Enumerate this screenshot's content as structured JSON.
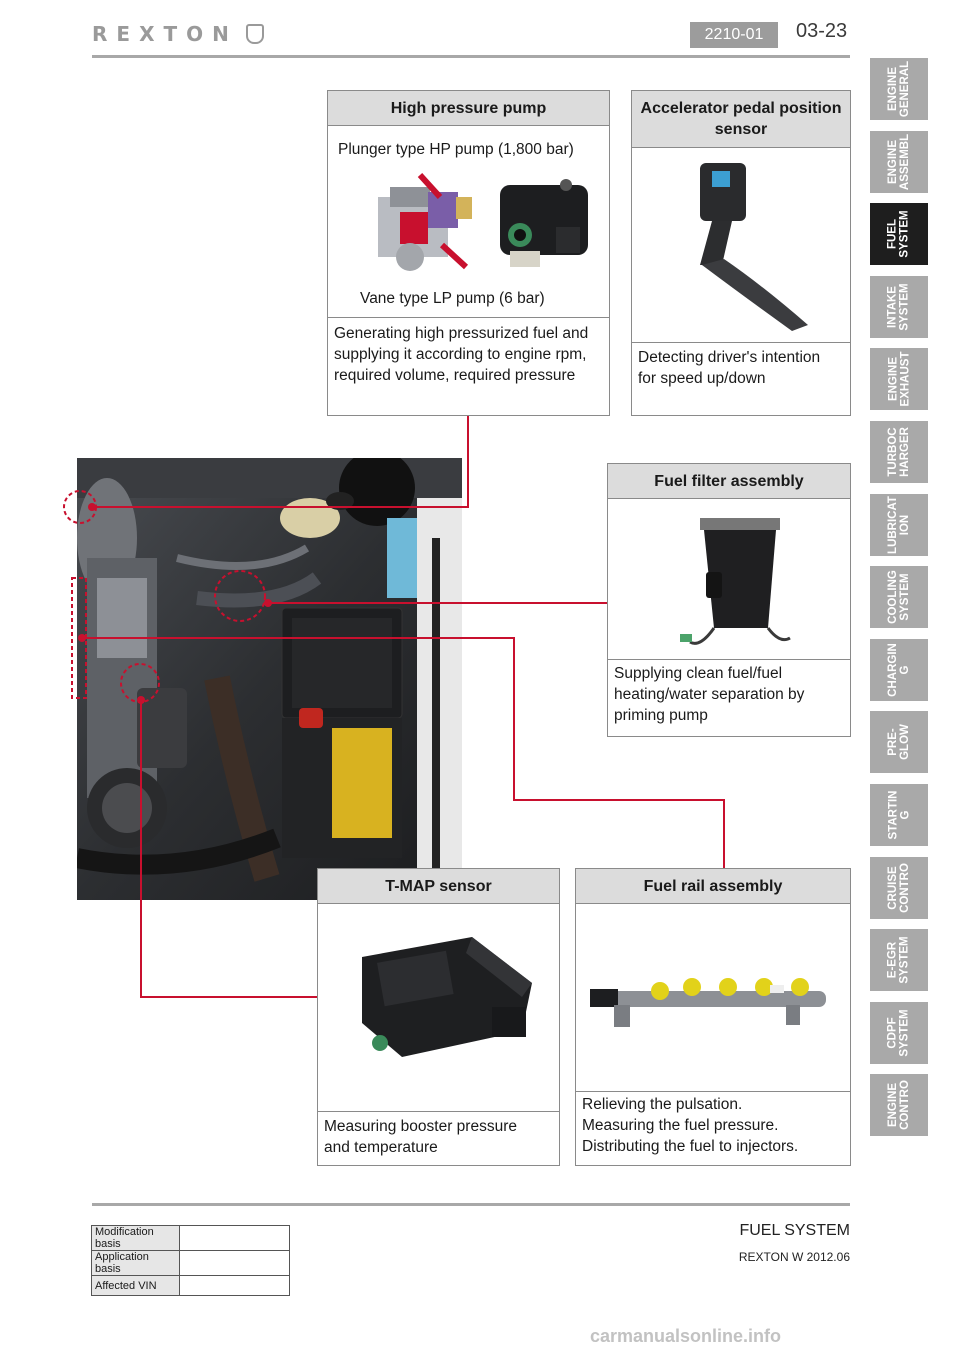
{
  "header": {
    "brand": "REXTON",
    "section_code": "2210-01",
    "page_number": "03-23"
  },
  "boxes": {
    "hp_pump": {
      "title": "High pressure pump",
      "caption_top": "Plunger type HP pump (1,800 bar)",
      "caption_bottom": "Vane type LP pump (6 bar)",
      "description": [
        "Generating high pressurized fuel and",
        "supplying it according to engine rpm,",
        "required volume, required pressure"
      ]
    },
    "accel_sensor": {
      "title_lines": [
        "Accelerator pedal position",
        "sensor"
      ],
      "description": [
        "Detecting driver's intention",
        "for speed up/down"
      ]
    },
    "fuel_filter": {
      "title": "Fuel filter assembly",
      "description": [
        "Supplying clean fuel/fuel",
        "heating/water separation by",
        "priming pump"
      ]
    },
    "tmap": {
      "title": "T-MAP sensor",
      "description": [
        "Measuring booster pressure",
        "and temperature"
      ]
    },
    "fuel_rail": {
      "title": "Fuel rail assembly",
      "description": [
        "Relieving the pulsation.",
        "Measuring the fuel pressure.",
        "Distributing the fuel to injectors."
      ]
    }
  },
  "side_tabs": [
    {
      "label": "ENGINE\nGENERAL",
      "active": false
    },
    {
      "label": "ENGINE\nASSEMBL",
      "active": false
    },
    {
      "label": "FUEL\nSYSTEM",
      "active": true
    },
    {
      "label": "INTAKE\nSYSTEM",
      "active": false
    },
    {
      "label": "ENGINE\nEXHAUST",
      "active": false
    },
    {
      "label": "TURBOC\nHARGER",
      "active": false
    },
    {
      "label": "LUBRICAT\nION",
      "active": false
    },
    {
      "label": "COOLING\nSYSTEM",
      "active": false
    },
    {
      "label": "CHARGIN\nG",
      "active": false
    },
    {
      "label": "PRE-\nGLOW",
      "active": false
    },
    {
      "label": "STARTIN\nG",
      "active": false
    },
    {
      "label": "CRUISE\nCONTRO",
      "active": false
    },
    {
      "label": "E-EGR\nSYSTEM",
      "active": false
    },
    {
      "label": "CDPF\nSYSTEM",
      "active": false
    },
    {
      "label": "ENGINE\nCONTRO",
      "active": false
    }
  ],
  "footer": {
    "table": [
      {
        "label": "Modification basis",
        "value": ""
      },
      {
        "label": "Application basis",
        "value": ""
      },
      {
        "label": "Affected VIN",
        "value": ""
      }
    ],
    "section_title": "FUEL SYSTEM",
    "model": "REXTON W 2012.06",
    "watermark": "carmanualsonline.info"
  },
  "colors": {
    "callout_red": "#c8102e",
    "title_fill": "#dcdcdc",
    "tab_gray": "#a9a9a9",
    "tab_active": "#1e1e1e"
  }
}
